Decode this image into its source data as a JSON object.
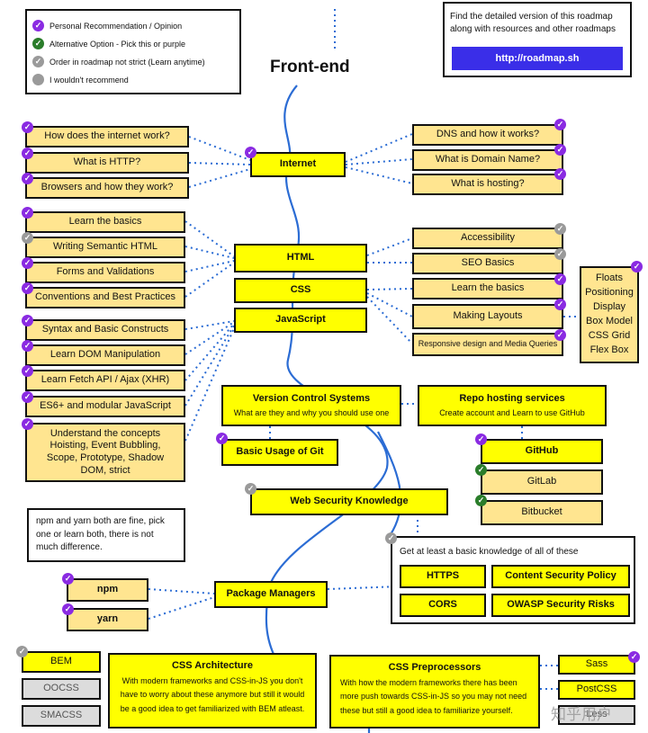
{
  "legend": {
    "personal": "Personal Recommendation / Opinion",
    "alternative": "Alternative Option - Pick this or purple",
    "order": "Order in roadmap not strict (Learn anytime)",
    "not_recommend": "I wouldn't recommend"
  },
  "info": {
    "text": "Find the detailed version of this roadmap along with resources and other roadmaps",
    "link": "http://roadmap.sh"
  },
  "title": "Front-end",
  "internet": {
    "label": "Internet",
    "left": [
      "How does the internet work?",
      "What is HTTP?",
      "Browsers and how they work?"
    ],
    "right": [
      "DNS and how it works?",
      "What is Domain Name?",
      "What is hosting?"
    ]
  },
  "html": {
    "label": "HTML",
    "left": [
      "Learn the basics",
      "Writing Semantic HTML",
      "Forms and Validations",
      "Conventions and Best Practices"
    ]
  },
  "css": {
    "label": "CSS",
    "right": [
      "Accessibility",
      "SEO Basics",
      "Learn the basics",
      "Making Layouts",
      "Responsive design and Media Queries"
    ],
    "layouts": [
      "Floats",
      "Positioning",
      "Display",
      "Box Model",
      "CSS Grid",
      "Flex Box"
    ]
  },
  "javascript": {
    "label": "JavaScript",
    "left": [
      "Syntax and Basic Constructs",
      "Learn DOM Manipulation",
      "Learn Fetch API / Ajax (XHR)",
      "ES6+ and modular JavaScript",
      "Understand the concepts Hoisting, Event Bubbling, Scope, Prototype, Shadow DOM, strict"
    ]
  },
  "vcs": {
    "title": "Version Control Systems",
    "subtitle": "What are they and why you should use one",
    "git": "Basic Usage of Git"
  },
  "repo": {
    "title": "Repo hosting services",
    "subtitle": "Create account and Learn to use GitHub",
    "items": [
      "GitHub",
      "GitLab",
      "Bitbucket"
    ]
  },
  "security": {
    "label": "Web Security Knowledge",
    "intro": "Get at least a basic knowledge of all of these",
    "items": [
      "HTTPS",
      "Content Security Policy",
      "CORS",
      "OWASP Security Risks"
    ]
  },
  "pm": {
    "note": "npm and yarn both are fine, pick one or learn both, there is not much difference.",
    "label": "Package Managers",
    "items": [
      "npm",
      "yarn"
    ]
  },
  "arch": {
    "title": "CSS Architecture",
    "text": "With modern frameworks and CSS-in-JS you don't have to worry about these anymore but still it would be a good idea to get familiarized with BEM atleast.",
    "items": [
      "BEM",
      "OOCSS",
      "SMACSS"
    ]
  },
  "pre": {
    "title": "CSS Preprocessors",
    "text": "With how the modern frameworks there has been more push towards CSS-in-JS so you may not need these but still a good idea to familiarize yourself.",
    "items": [
      "Sass",
      "PostCSS",
      "Less"
    ]
  },
  "watermark": "知乎用户",
  "colors": {
    "main": "#ffff00",
    "sub": "#ffe590",
    "purple": "#8a2be2",
    "green": "#2a7d2a",
    "grey": "#9a9a9a",
    "link": "#3a2ee8",
    "curve": "#2b6cd4"
  }
}
